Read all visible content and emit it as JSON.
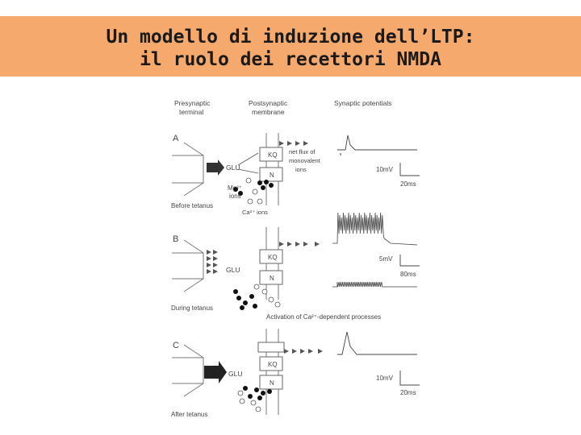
{
  "slide": {
    "title_line1": "Un modello di induzione dell’LTP:",
    "title_line2": "il ruolo dei recettori NMDA"
  },
  "figure": {
    "headers": {
      "presynaptic": [
        "Presynaptic",
        "terminal"
      ],
      "postsynaptic": [
        "Postsynaptic",
        "membrane"
      ],
      "potentials": "Synaptic potentials"
    },
    "panels": [
      {
        "letter": "A",
        "caption": "Before tetanus",
        "glu": "GLU",
        "kq": "KQ",
        "n": "N",
        "mg_ions": [
          "Mg²⁺",
          "ions"
        ],
        "ca_ions": "Ca²⁺ ions",
        "flux": [
          "net flux of",
          "monovalent",
          "ions"
        ],
        "scale_mv": "10mV",
        "scale_ms": "20ms"
      },
      {
        "letter": "B",
        "caption": "During tetanus",
        "glu": "GLU",
        "kq": "KQ",
        "n": "N",
        "scale_mv": "5mV",
        "scale_ms": "80ms",
        "activation": "Activation of Ca²⁺-dependent processes"
      },
      {
        "letter": "C",
        "caption": "After tetanus",
        "glu": "GLU",
        "kq": "KQ",
        "n": "N",
        "scale_mv": "10mV",
        "scale_ms": "20ms"
      }
    ]
  }
}
